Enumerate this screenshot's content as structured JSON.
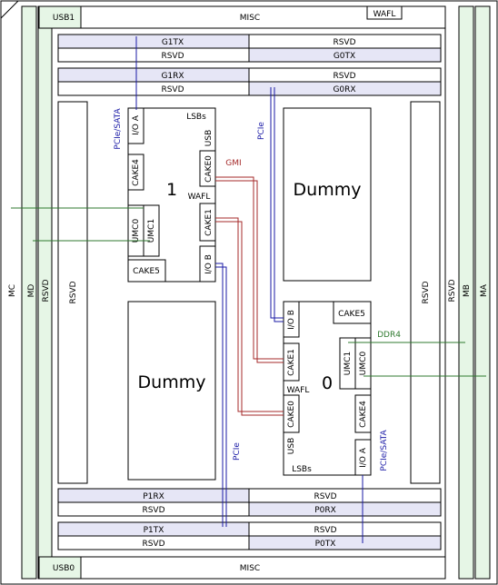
{
  "colors": {
    "rail_fill": "#e6f6e6",
    "pale_fill": "#e6e6f6",
    "pcie_blue": "#1a1aa6",
    "ddr_green": "#2f7a2f",
    "gmi_red": "#a52a2a"
  },
  "labels": {
    "usb1": "USB1",
    "usb0": "USB0",
    "misc": "MISC",
    "wafl_top": "WAFL",
    "mc": "MC",
    "md": "MD",
    "mb": "MB",
    "ma": "MA",
    "rsvd": "RSVD",
    "g1tx": "G1TX",
    "g1rx": "G1RX",
    "g0tx": "G0TX",
    "g0rx": "G0RX",
    "p1rx": "P1RX",
    "p1tx": "P1TX",
    "p0rx": "P0RX",
    "p0tx": "P0TX",
    "dummy": "Dummy",
    "die1": "1",
    "die0": "0",
    "lsbs": "LSBs",
    "usb": "USB",
    "cake0": "CAKE0",
    "cake1": "CAKE1",
    "cake4": "CAKE4",
    "cake5": "CAKE5",
    "umc0": "UMC0",
    "umc1": "UMC1",
    "ioa": "I/O A",
    "iob": "I/O B",
    "wafl": "WAFL",
    "pcie_sata": "PCIe/SATA",
    "pcie": "PCIe",
    "gmi": "GMI",
    "ddr4": "DDR4"
  }
}
